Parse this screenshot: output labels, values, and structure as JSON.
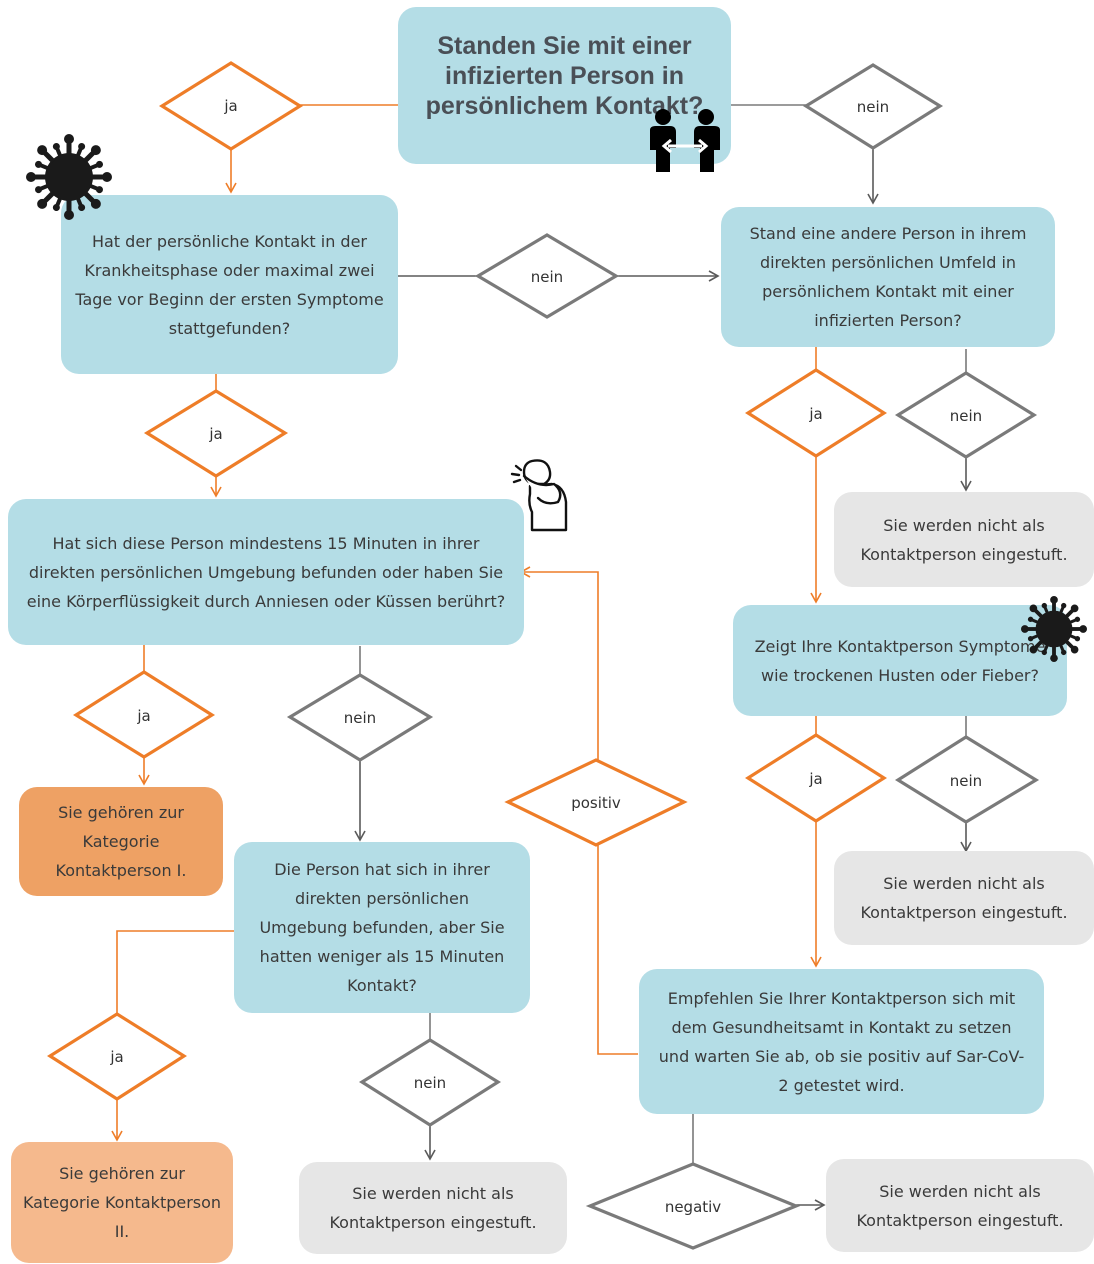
{
  "title": "Standen Sie mit einer infizierten Person in persönlichem Kontakt?",
  "questions": {
    "q1": "Hat der persönliche Kontakt in der Krankheitsphase oder maximal zwei Tage vor Beginn der ersten Symptome stattgefunden?",
    "q2": "Hat sich diese Person mindestens 15 Minuten in ihrer direkten persönlichen Umgebung befunden oder haben Sie eine Körperflüssigkeit durch Anniesen oder Küssen berührt?",
    "q3": "Die Person hat sich in ihrer direkten persönlichen Umgebung befunden, aber Sie hatten weniger als 15 Minuten Kontakt?",
    "q4": "Stand eine andere Person in ihrem direkten persönlichen Umfeld in persönlichem Kontakt mit einer infizierten Person?",
    "q5": "Zeigt Ihre Kontaktperson Symptome wie trockenen Husten oder Fieber?",
    "q6": "Empfehlen Sie Ihrer Kontaktperson sich mit dem Gesundheitsamt in Kontakt zu setzen und warten Sie ab, ob sie  positiv auf Sar-CoV-2 getestet wird."
  },
  "results": {
    "cat1": "Sie gehören zur Kategorie Kontaktperson I.",
    "cat2": "Sie gehören zur Kategorie Kontaktperson II.",
    "not_contact": "Sie werden nicht als Kontaktperson eingestuft."
  },
  "labels": {
    "yes": "ja",
    "no": "nein",
    "positive": "positiv",
    "negative": "negativ"
  },
  "colors": {
    "question_box": "#b4dde6",
    "result_grey": "#e6e6e6",
    "category_1": "#eea164",
    "category_2": "#f5b98d",
    "yes_path": "#ee7d28",
    "no_path": "#7a7a7a"
  },
  "icons": [
    "people-contact-icon",
    "coronavirus-icon",
    "sneeze-person-icon"
  ]
}
